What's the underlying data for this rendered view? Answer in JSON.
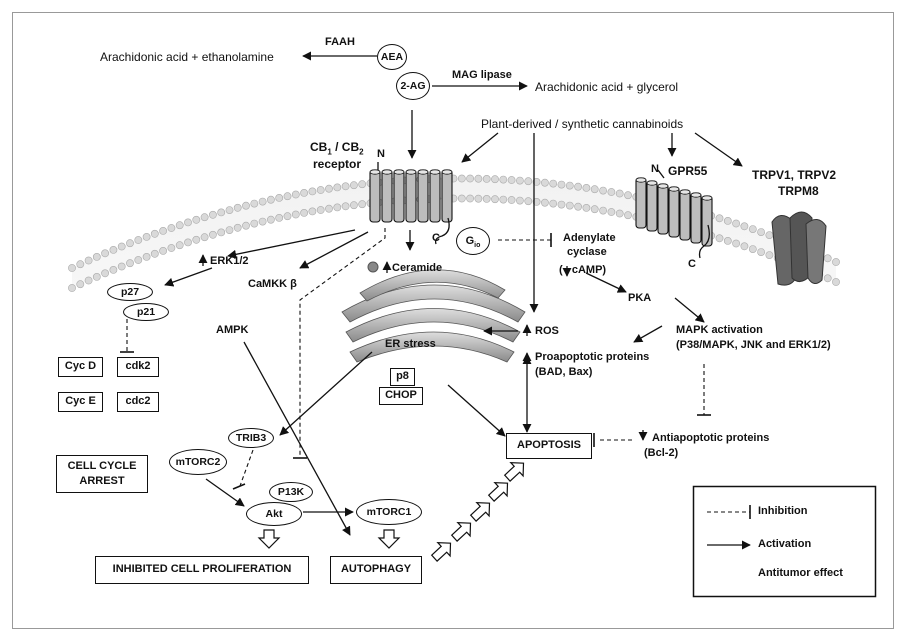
{
  "metabolism": {
    "aea": "AEA",
    "two_ag": "2-AG",
    "faah": "FAAH",
    "mag_lipase": "MAG lipase",
    "aea_products": "Arachidonic acid + ethanolamine",
    "two_ag_products": "Arachidonic acid + glycerol"
  },
  "ligands": "Plant-derived / synthetic cannabinoids",
  "receptors": {
    "cb_receptor": "receptor",
    "cb_n": "N",
    "cb_c": "C",
    "gio": "G",
    "gio_sub": "io",
    "gpr55": "GPR55",
    "gpr55_n": "N",
    "gpr55_c": "C",
    "trpv_line1": "TRPV1, TRPV2",
    "trpv_line2": "TRPM8"
  },
  "signaling": {
    "erk": "ERK1/2",
    "camkk": "CaMKK β",
    "ceramide": "Ceramide",
    "adenylate_line1": "Adenylate",
    "adenylate_line2": "cyclase",
    "camp": "cAMP)",
    "pka": "PKA",
    "mapk_line1": "MAPK activation",
    "mapk_line2": "(P38/MAPK, JNK and ERK1/2)",
    "ros": "ROS",
    "er_stress": "ER stress",
    "p8": "p8",
    "chop": "CHOP",
    "pro_line1": "Proapoptotic proteins",
    "pro_line2": "(BAD, Bax)",
    "anti_line1": "Antiapoptotic proteins",
    "anti_line2": "(Bcl-2)",
    "ampk": "AMPK",
    "p27": "p27",
    "p21": "p21",
    "cycd": "Cyc D",
    "cdk2": "cdk2",
    "cyce": "Cyc E",
    "cdc2": "cdc2",
    "trib3": "TRIB3",
    "mtorc2": "mTORC2",
    "pi3k": "P13K",
    "akt": "Akt",
    "mtorc1": "mTORC1"
  },
  "outcomes": {
    "cell_cycle_line1": "CELL CYCLE",
    "cell_cycle_line2": "ARREST",
    "inhibited": "INHIBITED CELL PROLIFERATION",
    "autophagy": "AUTOPHAGY",
    "apoptosis": "APOPTOSIS"
  },
  "legend": {
    "inhibition": "Inhibition",
    "activation": "Activation",
    "antitumor": "Antitumor effect"
  }
}
